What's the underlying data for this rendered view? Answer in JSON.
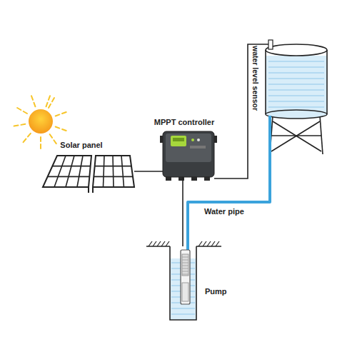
{
  "diagram": {
    "nodes": [
      {
        "text": [
          "Solar panel"
        ]
      },
      {
        "text": [
          "MPPT controller"
        ]
      },
      {
        "text": [
          "Pump"
        ]
      }
    ],
    "edges": [
      {
        "from": 0,
        "to": 1,
        "arrow": "none"
      },
      {
        "from": 1,
        "to": 2,
        "arrow": "none"
      }
    ],
    "labels": [
      "water level sensor",
      "Water pipe"
    ]
  }
}
